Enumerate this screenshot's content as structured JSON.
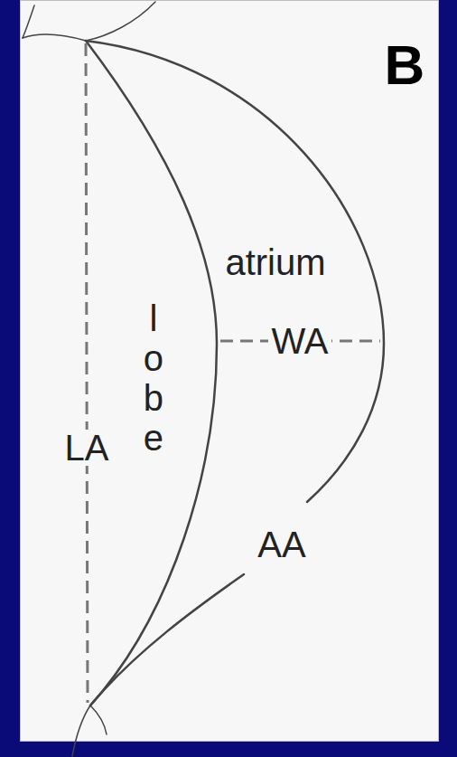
{
  "diagram": {
    "labels": [
      "B",
      "atrium",
      "lobe",
      "WA",
      "LA",
      "AA"
    ]
  }
}
